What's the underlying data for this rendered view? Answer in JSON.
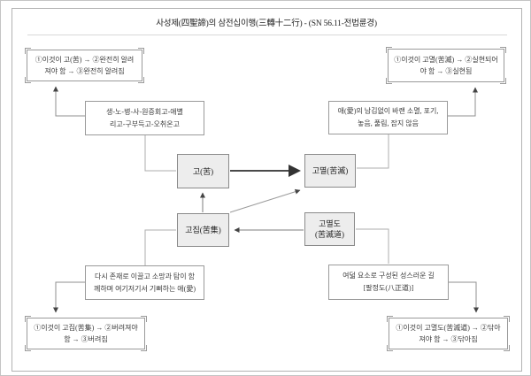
{
  "page": {
    "title": "사성제(四聖諦)의 삼전십이행(三轉十二行) - (SN 56.11-전법륜경)"
  },
  "colors": {
    "truth_box_fill": "#ededed",
    "box_border": "#9a9a9a",
    "connector_line": "#a8a8a8",
    "arrow": "#444444"
  },
  "corner_notes": {
    "top_left": {
      "line1": "①이것이 고(苦) → ②완전히 알려",
      "line2": "져야 함 → ③완전히 알려짐"
    },
    "top_right": {
      "line1": "①이것이 고멸(苦滅) → ②실현되어",
      "line2": "야 함 → ③실현됨"
    },
    "bottom_left": {
      "line1": "①이것이 고집(苦集) → ②버려져야",
      "line2": "함 → ③버려짐"
    },
    "bottom_right": {
      "line1": "①이것이 고멸도(苦滅道) → ②닦아",
      "line2": "져야 함 → ③닦아짐"
    }
  },
  "detail_notes": {
    "suffering": {
      "line1": "생-노-병-사-원증회고-애별",
      "line2": "리고-구부득고-오취온고"
    },
    "cessation": {
      "line1": "애(愛)의 남김없이 바랜 소멸, 포기,",
      "line2": "놓음, 풀림, 잡지 않음"
    },
    "origin": {
      "line1": "다시 존재로 이끌고 소망과 탐이 함",
      "line2": "께하며 여기저기서 기뻐하는 애(愛)"
    },
    "path": {
      "line1": "여덟 요소로 구성된 성스러운 길",
      "line2": "[팔정도(八正道)]"
    }
  },
  "truths": {
    "suffering": "고(苦)",
    "cessation": "고멸(苦滅)",
    "origin": "고집(苦集)",
    "path_line1": "고멸도",
    "path_line2": "(苦滅道)"
  }
}
